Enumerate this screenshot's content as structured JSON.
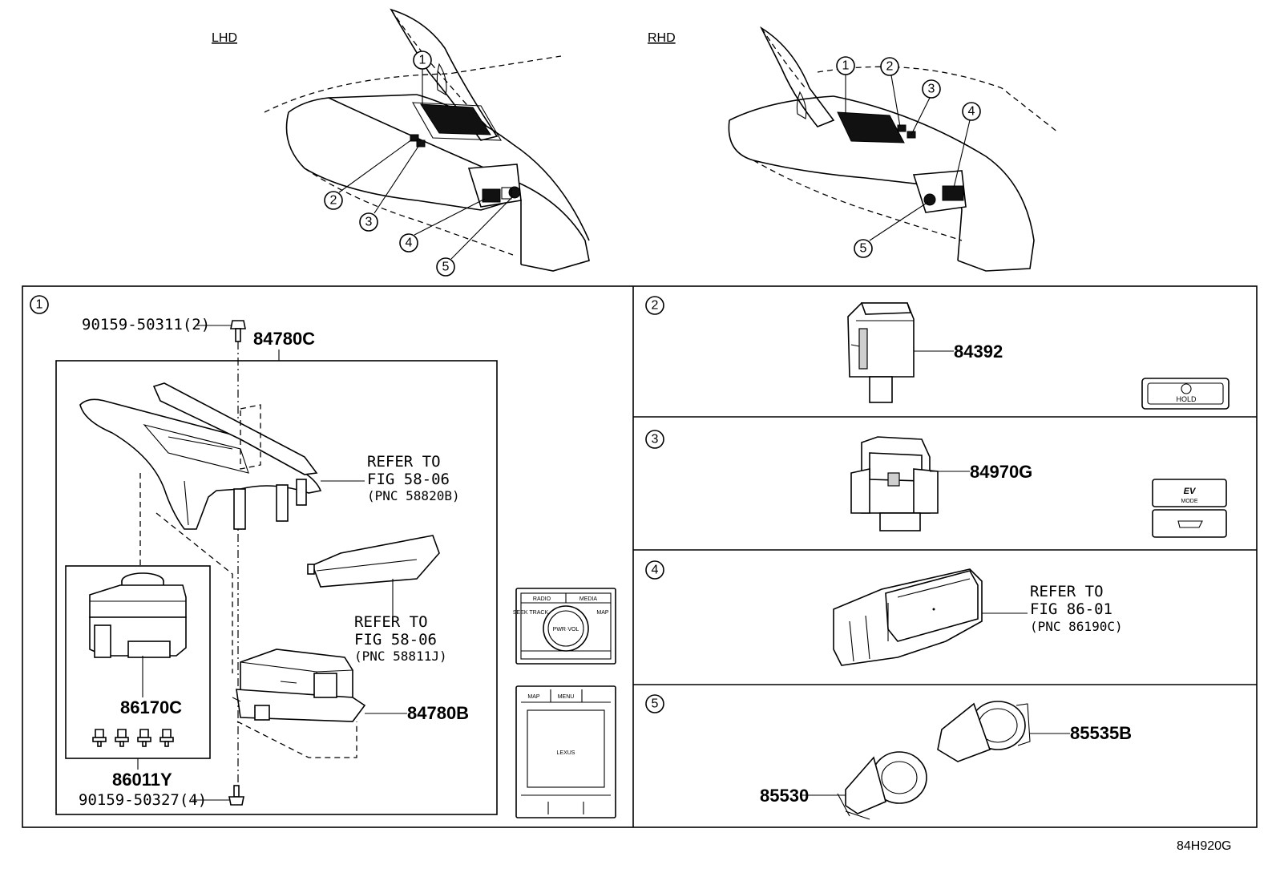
{
  "views": {
    "lhd_label": "LHD",
    "rhd_label": "RHD"
  },
  "callouts": {
    "lhd": [
      "1",
      "2",
      "3",
      "4",
      "5"
    ],
    "rhd": [
      "1",
      "2",
      "3",
      "4",
      "5"
    ]
  },
  "panels": {
    "p1": {
      "index": "1",
      "bolt_top": "90159-50311(2)",
      "assembly": "84780C",
      "refer_a_line1": "REFER TO",
      "refer_a_line2": "FIG 58-06",
      "refer_a_line3": "(PNC 58820B)",
      "refer_b_line1": "REFER TO",
      "refer_b_line2": "FIG 58-06",
      "refer_b_line3": "(PNC 58811J)",
      "knob": "86170C",
      "switch_base": "84780B",
      "screw_set": "86011Y",
      "bolt_bottom": "90159-50327(4)",
      "remote_top_labels": [
        "RADIO",
        "MEDIA",
        "SEEK TRACK",
        "MAP",
        "PWR·VOL"
      ],
      "remote_pad_labels": [
        "MAP",
        "MENU",
        "LEXUS"
      ]
    },
    "p2": {
      "index": "2",
      "part": "84392",
      "icon_text": "HOLD"
    },
    "p3": {
      "index": "3",
      "part": "84970G",
      "icon_text_a": "EV",
      "icon_text_b": "MODE"
    },
    "p4": {
      "index": "4",
      "refer_line1": "REFER TO",
      "refer_line2": "FIG 86-01",
      "refer_line3": "(PNC 86190C)"
    },
    "p5": {
      "index": "5",
      "part_a": "85535B",
      "part_b": "85530"
    }
  },
  "figure_code": "84H920G"
}
